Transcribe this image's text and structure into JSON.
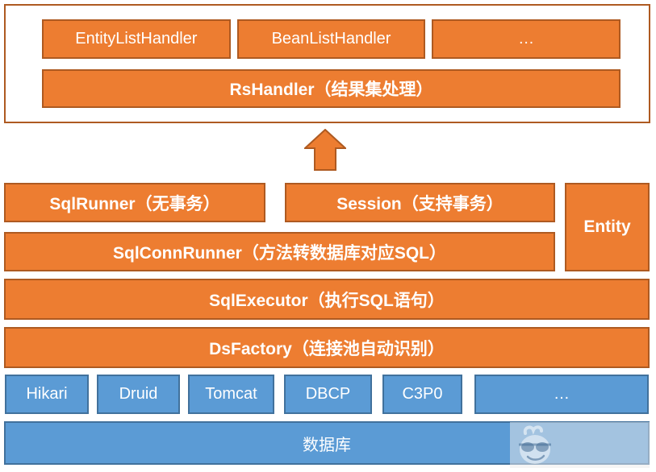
{
  "diagram": {
    "handlers": {
      "items": [
        "EntityListHandler",
        "BeanListHandler",
        "…"
      ],
      "base": "RsHandler（结果集处理）"
    },
    "runners": {
      "sql_runner": "SqlRunner（无事务）",
      "session": "Session（支持事务）",
      "entity": "Entity",
      "sql_conn_runner": "SqlConnRunner（方法转数据库对应SQL）"
    },
    "executor": "SqlExecutor（执行SQL语句）",
    "ds_factory": "DsFactory（连接池自动识别）",
    "pools": [
      "Hikari",
      "Druid",
      "Tomcat",
      "DBCP",
      "C3P0",
      "…"
    ],
    "database": "数据库",
    "icons": {
      "up_arrow": "up-arrow",
      "monkey_logo": "monkey-sunglasses-logo"
    },
    "colors": {
      "orange_fill": "#ED7D31",
      "orange_border": "#AE5A21",
      "blue_fill": "#5B9BD5",
      "blue_border": "#41719C",
      "text": "#FFFFFF"
    }
  }
}
